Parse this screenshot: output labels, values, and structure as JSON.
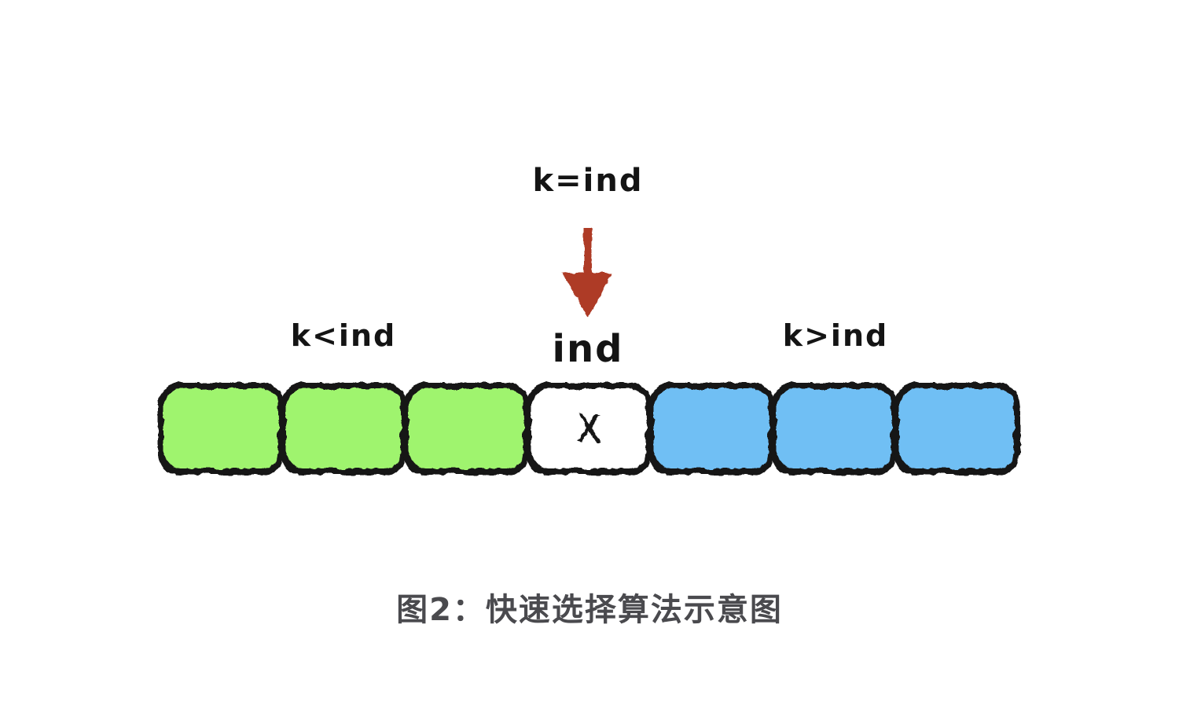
{
  "figure": {
    "top_label": "k=ind",
    "left_label": "k<ind",
    "right_label": "k>ind",
    "pivot_label": "ind",
    "caption": "图2：快速选择算法示意图"
  },
  "colors": {
    "background": "#ffffff",
    "green": "#9ff46e",
    "blue": "#70bff4",
    "white": "#ffffff",
    "arrow_red": "#ae3a27",
    "ink": "#141414",
    "caption_gray": "#4a4a4e"
  },
  "array": {
    "cells": [
      {
        "fill": "green",
        "label": ""
      },
      {
        "fill": "green",
        "label": ""
      },
      {
        "fill": "green",
        "label": ""
      },
      {
        "fill": "white",
        "label": "X"
      },
      {
        "fill": "blue",
        "label": ""
      },
      {
        "fill": "blue",
        "label": ""
      },
      {
        "fill": "blue",
        "label": ""
      }
    ]
  }
}
